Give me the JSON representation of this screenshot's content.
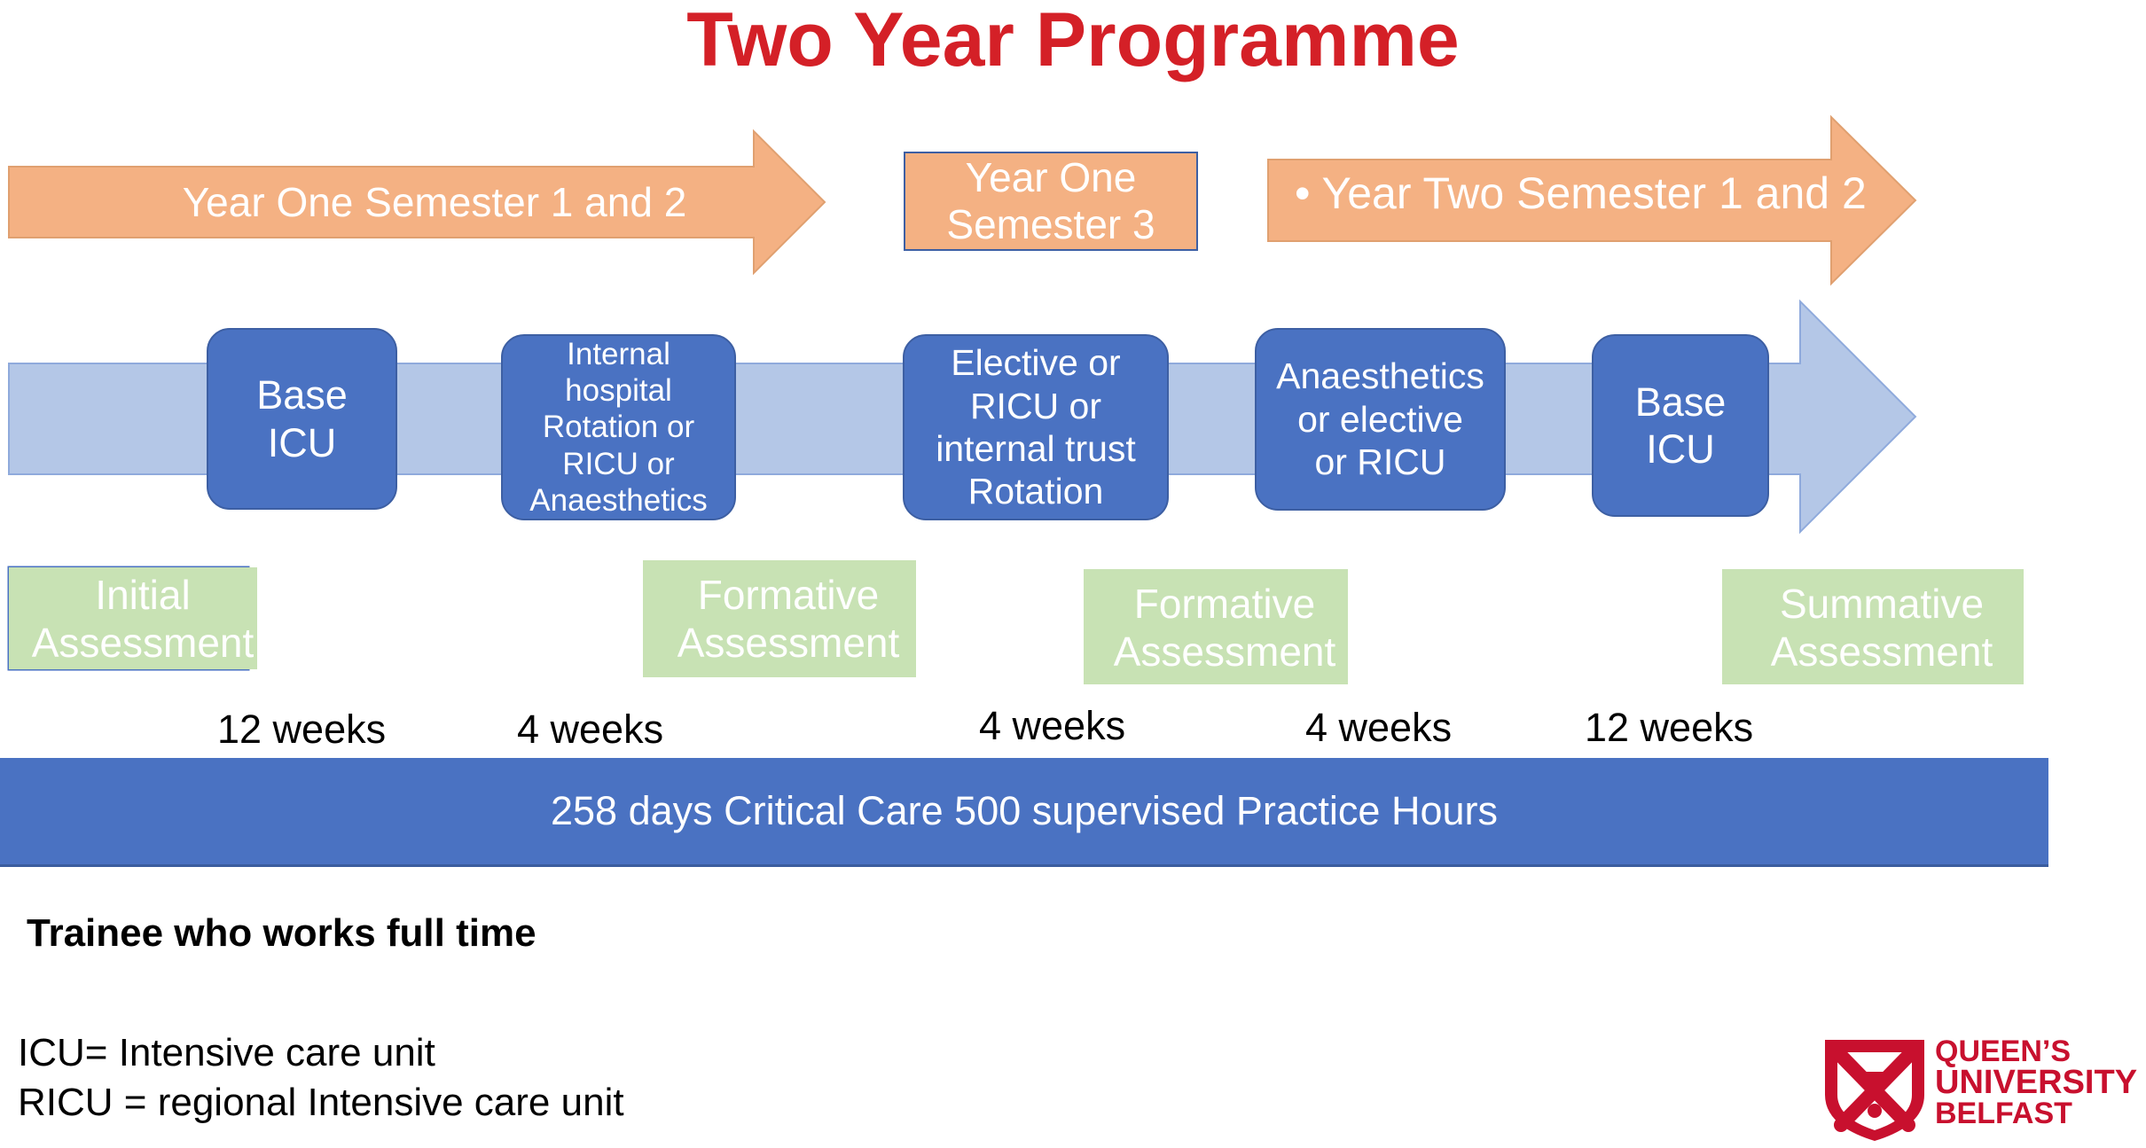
{
  "title": "Two Year Programme",
  "semester_arrows": [
    {
      "label": "Year One Semester 1 and 2"
    },
    {
      "label": "Year One\nSemester 3"
    },
    {
      "label": "• Year Two Semester 1 and 2"
    }
  ],
  "placements": [
    {
      "label": "Base\nICU"
    },
    {
      "label": "Internal\nhospital\nRotation or\nRICU or\nAnaesthetics"
    },
    {
      "label": "Elective or\nRICU or\ninternal trust\nRotation"
    },
    {
      "label": "Anaesthetics\nor elective\nor RICU"
    },
    {
      "label": "Base\nICU"
    }
  ],
  "assessments": [
    {
      "label": "Initial\nAssessment"
    },
    {
      "label": "Formative\nAssessment"
    },
    {
      "label": "Formative\nAssessment"
    },
    {
      "label": "Summative\nAssessment"
    }
  ],
  "durations": [
    "12 weeks",
    "4 weeks",
    "4 weeks",
    "4 weeks",
    "12 weeks"
  ],
  "bar_text": "258 days Critical Care 500 supervised Practice Hours",
  "trainee_note": "Trainee who works full time",
  "definitions": [
    "ICU= Intensive care unit",
    "RICU = regional Intensive care unit"
  ],
  "logo": {
    "line1": "QUEEN’S",
    "line2": "UNIVERSITY",
    "line3": "BELFAST",
    "color": "#c8102e"
  },
  "colors": {
    "title": "#d42027",
    "orange": "#f4b183",
    "blue": "#4a72c2",
    "light_blue": "#b4c7e7",
    "green": "#c8e2b4"
  }
}
